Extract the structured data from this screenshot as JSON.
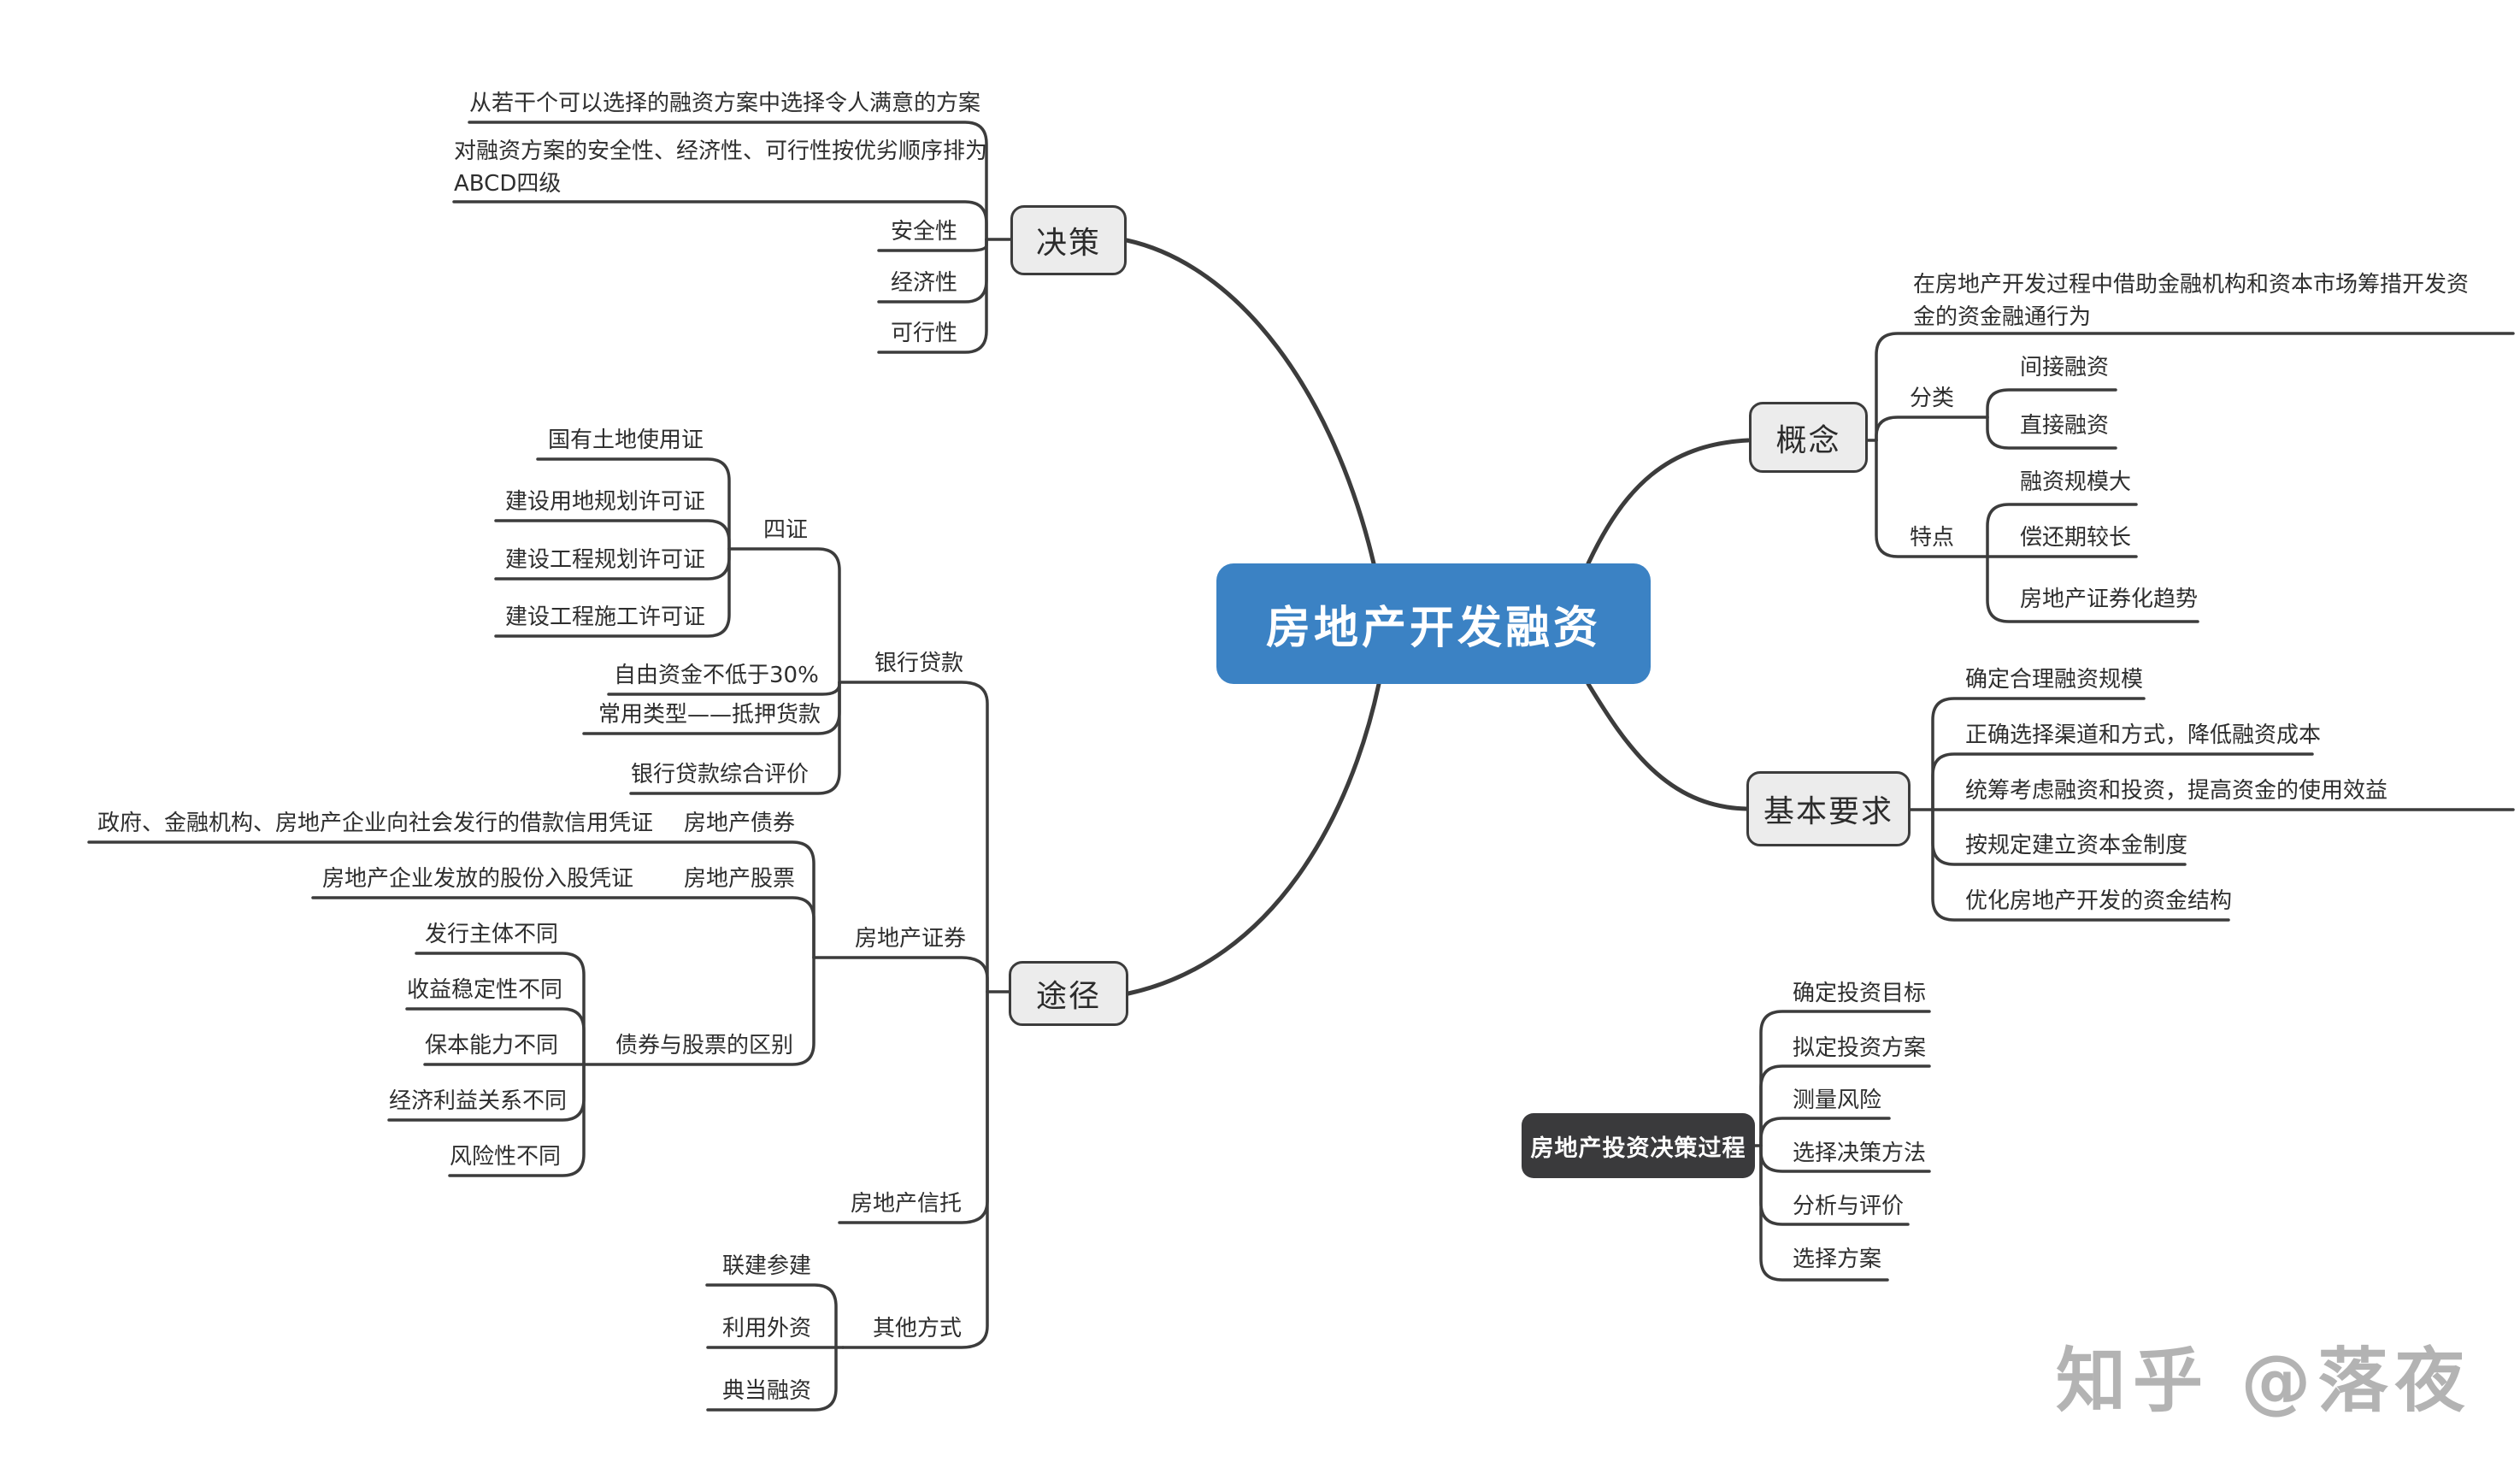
{
  "title": "房地产开发融资",
  "watermark": "知乎 @落夜",
  "branches": {
    "decision": {
      "label": "决策",
      "note_select": "从若干个可以选择的融资方案中选择令人满意的方案",
      "note_rank_line1": "对融资方案的安全性、经济性、可行性按优劣顺序排为",
      "note_rank_line2": "ABCD四级",
      "criteria": [
        "安全性",
        "经济性",
        "可行性"
      ]
    },
    "concept": {
      "label": "概念",
      "definition_line1": "在房地产开发过程中借助金融机构和资本市场筹措开发资",
      "definition_line2": "金的资金融通行为",
      "classification": {
        "label": "分类",
        "items": [
          "间接融资",
          "直接融资"
        ]
      },
      "features": {
        "label": "特点",
        "items": [
          "融资规模大",
          "偿还期较长",
          "房地产证券化趋势"
        ]
      }
    },
    "basic_requirements": {
      "label": "基本要求",
      "items": [
        "确定合理融资规模",
        "正确选择渠道和方式，降低融资成本",
        "统筹考虑融资和投资，提高资金的使用效益",
        "按规定建立资本金制度",
        "优化房地产开发的资金结构"
      ]
    },
    "approaches": {
      "label": "途径",
      "bank_loan": {
        "label": "银行贷款",
        "four_certificates": {
          "label": "四证",
          "items": [
            "国有土地使用证",
            "建设用地规划许可证",
            "建设工程规划许可证",
            "建设工程施工许可证"
          ]
        },
        "items": [
          "自由资金不低于30%",
          "常用类型——抵押货款",
          "银行贷款综合评价"
        ]
      },
      "securities": {
        "label": "房地产证券",
        "bond": {
          "label": "房地产债券",
          "note": "政府、金融机构、房地产企业向社会发行的借款信用凭证"
        },
        "stock": {
          "label": "房地产股票",
          "note": "房地产企业发放的股份入股凭证"
        },
        "differences": {
          "label": "债券与股票的区别",
          "items": [
            "发行主体不同",
            "收益稳定性不同",
            "保本能力不同",
            "经济利益关系不同",
            "风险性不同"
          ]
        }
      },
      "trust": {
        "label": "房地产信托"
      },
      "other": {
        "label": "其他方式",
        "items": [
          "联建参建",
          "利用外资",
          "典当融资"
        ]
      }
    },
    "investment_process": {
      "label": "房地产投资决策过程",
      "items": [
        "确定投资目标",
        "拟定投资方案",
        "测量风险",
        "选择决策方法",
        "分析与评价",
        "选择方案"
      ]
    }
  }
}
